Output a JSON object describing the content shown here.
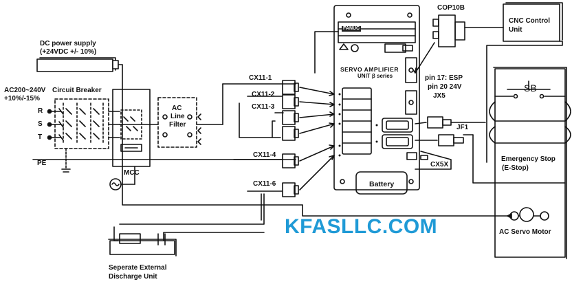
{
  "labels": {
    "dc_supply_line1": "DC power supply",
    "dc_supply_line2": "(+24VDC +/- 10%)",
    "ac_input_line1": "AC200~240V",
    "ac_input_line2": "+10%/-15%",
    "circuit_breaker": "Circuit Breaker",
    "phase_r": "R",
    "phase_s": "S",
    "phase_t": "T",
    "pe": "PE",
    "ac_filter_line1": "AC",
    "ac_filter_line2": "Line",
    "ac_filter_line3": "Filter",
    "mcc": "MCC",
    "cx11_1": "CX11-1",
    "cx11_2": "CX11-2",
    "cx11_3": "CX11-3",
    "cx11_4": "CX11-4",
    "cx11_6": "CX11-6",
    "cop10b": "COP10B",
    "cnc_line1": "CNC Control",
    "cnc_line2": "Unit",
    "pin17": "pin 17: ESP",
    "pin20": "pin 20 24V",
    "jx5": "JX5",
    "jf1": "JF1",
    "cx5x": "CX5X",
    "battery": "Battery",
    "estop_line1": "Emergency Stop",
    "estop_line2": "(E-Stop)",
    "servo_motor": "AC Servo Motor",
    "discharge_line1": "Seperate External",
    "discharge_line2": "Discharge Unit",
    "watermark": "KFASLLC.COM",
    "amp_brand": "FANUC",
    "amp_title": "SERVO AMPLIFIER",
    "amp_subtitle": "UNIT β series",
    "sb_symbol": "SB"
  }
}
